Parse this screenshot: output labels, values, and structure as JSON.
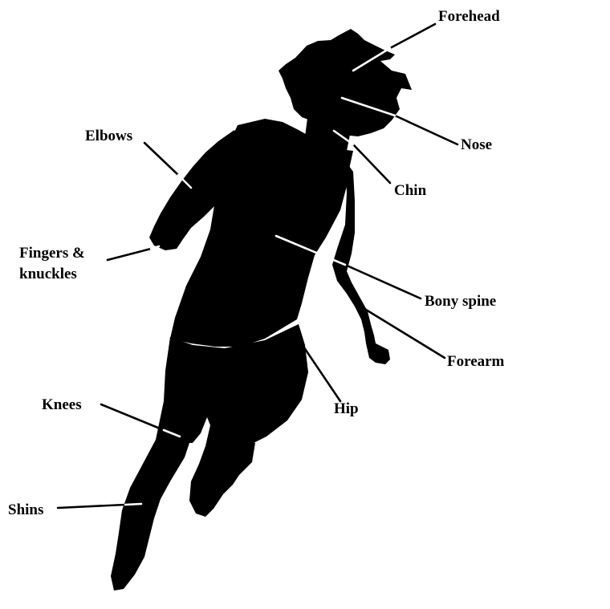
{
  "colors": {
    "background": "#ffffff",
    "silhouette": "#000000",
    "text": "#000000",
    "leader_outside": "#000000",
    "leader_inside": "#ffffff"
  },
  "labels": {
    "forehead": "Forehead",
    "nose": "Nose",
    "chin": "Chin",
    "elbows": "Elbows",
    "fingers_line1": "Fingers &",
    "fingers_line2": "knuckles",
    "bony_spine": "Bony spine",
    "forearm": "Forearm",
    "hip": "Hip",
    "knees": "Knees",
    "shins": "Shins"
  }
}
